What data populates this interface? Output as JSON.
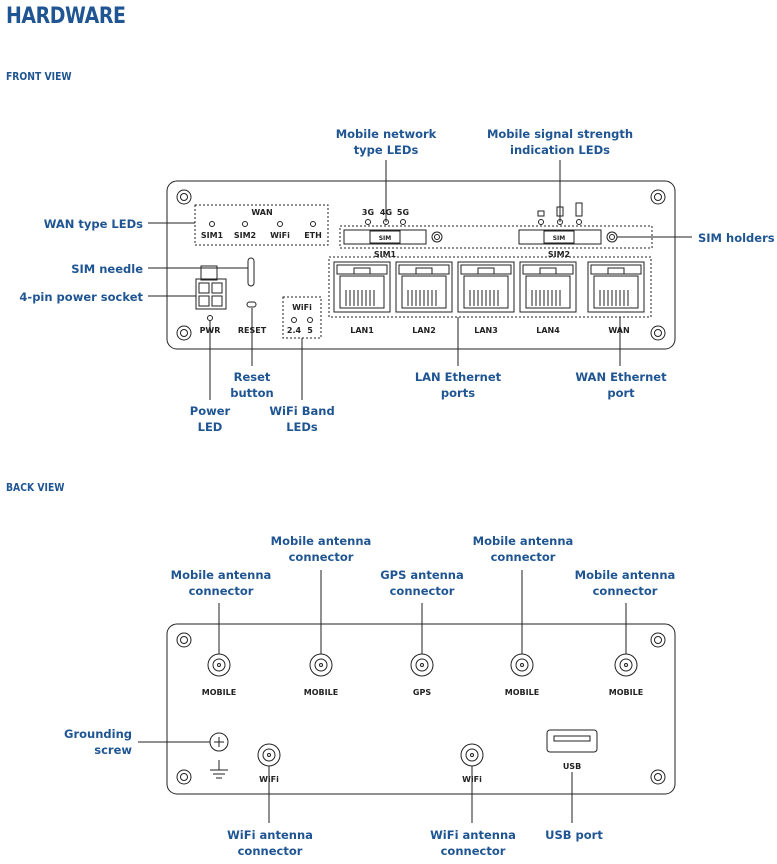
{
  "title": "HARDWARE",
  "front": {
    "heading": "FRONT VIEW",
    "callouts": {
      "mobile_network_type_leds": [
        "Mobile network",
        "type LEDs"
      ],
      "mobile_signal_leds": [
        "Mobile signal strength",
        "indication LEDs"
      ],
      "wan_type_leds": [
        "WAN type LEDs"
      ],
      "sim_holders": [
        "SIM holders"
      ],
      "sim_needle": [
        "SIM needle"
      ],
      "power_socket": [
        "4-pin power socket"
      ],
      "reset_button": [
        "Reset",
        "button"
      ],
      "power_led": [
        "Power",
        "LED"
      ],
      "wifi_band_leds": [
        "WiFi Band",
        "LEDs"
      ],
      "lan_ports": [
        "LAN Ethernet",
        "ports"
      ],
      "wan_port": [
        "WAN Ethernet",
        "port"
      ]
    },
    "device": {
      "wan_group_label": "WAN",
      "wan_leds": [
        "SIM1",
        "SIM2",
        "WiFi",
        "ETH"
      ],
      "network_leds": [
        "3G",
        "4G",
        "5G"
      ],
      "sim_slot": "SIM",
      "sim1": "SIM1",
      "sim2": "SIM2",
      "pwr": "PWR",
      "reset": "RESET",
      "wifi_label": "WiFi",
      "wifi_bands": [
        "2.4",
        "5"
      ],
      "lan_ports": [
        "LAN1",
        "LAN2",
        "LAN3",
        "LAN4"
      ],
      "wan_port": "WAN"
    }
  },
  "back": {
    "heading": "BACK VIEW",
    "callouts": {
      "mobile_antenna": [
        "Mobile antenna",
        "connector"
      ],
      "gps_antenna": [
        "GPS antenna",
        "connector"
      ],
      "grounding": [
        "Grounding",
        "screw"
      ],
      "wifi_antenna": [
        "WiFi antenna",
        "connector"
      ],
      "usb_port": [
        "USB port"
      ]
    },
    "device": {
      "mobile": "MOBILE",
      "gps": "GPS",
      "wifi": "WiFi",
      "usb": "USB"
    }
  },
  "colors": {
    "accent": "#1f5592",
    "line": "#222222"
  }
}
